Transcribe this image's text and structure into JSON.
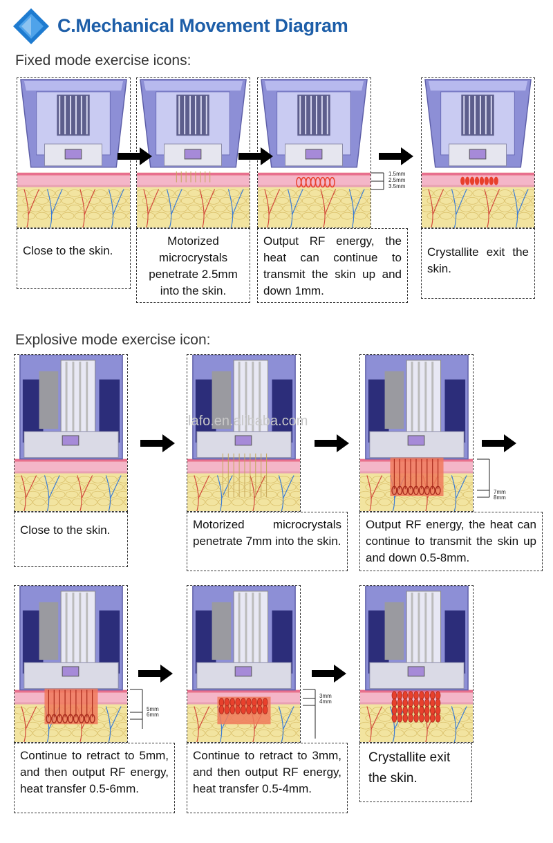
{
  "header": {
    "title": "C.Mechanical Movement Diagram",
    "logo_icon": "blue-diamond-logo-icon"
  },
  "fixed_mode": {
    "label": "Fixed mode exercise icons:",
    "steps": [
      {
        "caption": "Close to the skin."
      },
      {
        "caption": "Motorized microcrystals penetrate 2.5mm into the skin."
      },
      {
        "caption": "Output RF energy, the heat can continue to transmit the skin up and down 1mm."
      },
      {
        "caption": "Crystallite exit the skin."
      }
    ],
    "depth_labels": [
      "1.5mm",
      "2.5mm",
      "3.5mm"
    ]
  },
  "explosive_mode": {
    "label": "Explosive mode exercise icon:",
    "steps": [
      {
        "caption": "Close to the skin."
      },
      {
        "caption": "Motorized microcrystals penetrate 7mm into the skin."
      },
      {
        "caption": "Output RF energy, the heat can continue to transmit the skin up and down 0.5-8mm."
      },
      {
        "caption": "Continue to retract to 5mm, and then output RF energy, heat transfer 0.5-6mm."
      },
      {
        "caption": "Continue to retract to 3mm, and then output RF energy, heat transfer 0.5-4mm."
      },
      {
        "caption": "Crystallite exit the skin."
      }
    ],
    "depth_labels": {
      "step3": [
        "7mm",
        "8mm"
      ],
      "step4": [
        "5mm",
        "6mm"
      ],
      "step5": [
        "3mm",
        "4mm"
      ]
    }
  },
  "watermark": "lafo.en.alibaba.com",
  "colors": {
    "title": "#1d5ea8",
    "rf_heat": "#e8402c",
    "device": "#8d8fd6",
    "skin_dermis": "#f2e4a0",
    "skin_epidermis": "#f4b6c8"
  }
}
